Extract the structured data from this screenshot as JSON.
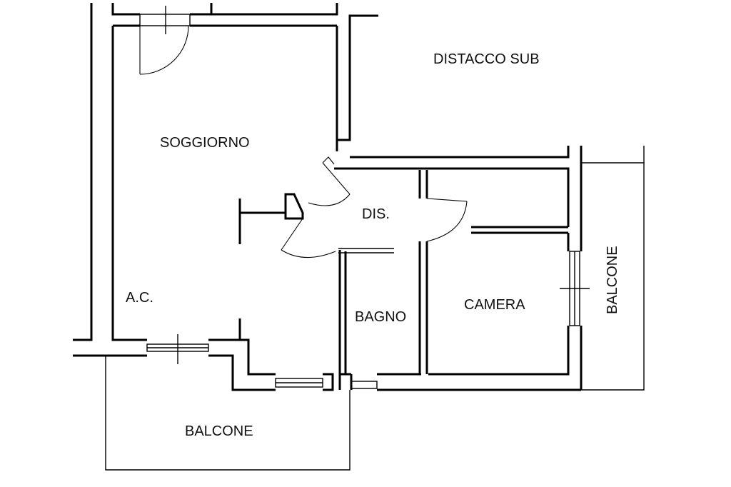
{
  "labels": {
    "soggiorno": "SOGGIORNO",
    "distacco": "DISTACCO SUB",
    "dis": "DIS.",
    "ac": "A.C.",
    "bagno": "BAGNO",
    "camera": "CAMERA",
    "balcone_bottom": "BALCONE",
    "balcone_right": "BALCONE"
  },
  "colors": {
    "line": "#000000",
    "background": "#ffffff",
    "text": "#111111"
  }
}
